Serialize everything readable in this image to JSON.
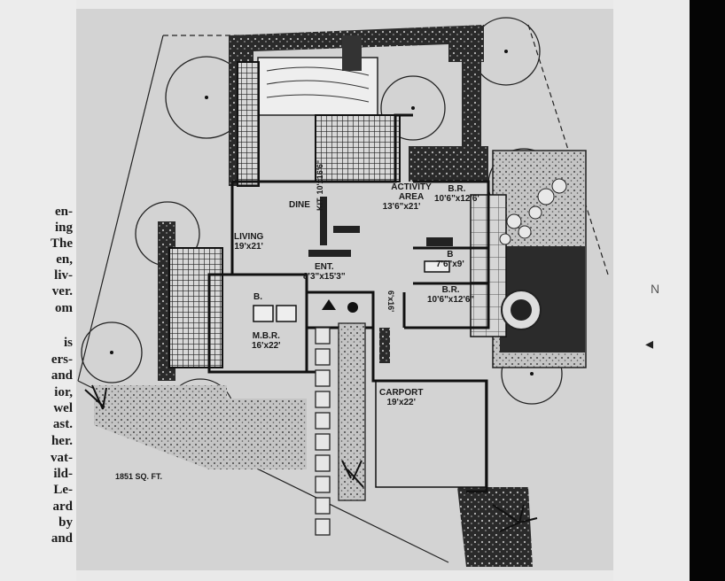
{
  "article_text": [
    "en-",
    "ing",
    "The",
    "en,",
    "liv-",
    "ver.",
    "om",
    "is",
    "ers-",
    "and",
    "ior,",
    "wel",
    "ast.",
    "her.",
    "vat-",
    "ild-",
    "Le-",
    "ard",
    "by",
    "and"
  ],
  "floor_plan": {
    "area_label": "1851 SQ. FT.",
    "rooms": {
      "activity": {
        "name": "ACTIVITY AREA",
        "size": "13'6\"x21'"
      },
      "dine": {
        "name": "DINE"
      },
      "kit": {
        "name": "KIT.",
        "size": "10'x16'6\""
      },
      "living": {
        "name": "LIVING",
        "size": "19'x21'"
      },
      "ent": {
        "name": "ENT.",
        "size": "8'3\"x15'3\""
      },
      "br1": {
        "name": "B.R.",
        "size": "10'6\"x12'6'"
      },
      "bath_mid": {
        "name": "B",
        "size": "7'6\"x9'"
      },
      "br2": {
        "name": "B.R.",
        "size": "10'6\"x12'6\""
      },
      "bath_master": {
        "name": "B."
      },
      "mbr": {
        "name": "M.B.R.",
        "size": "16'x22'"
      },
      "carport": {
        "name": "CARPORT",
        "size": "19'x22'"
      },
      "hall": {
        "size": "6'x16'"
      }
    }
  },
  "margin_marks": {
    "n_mark": "N",
    "arrow_mark": "◂"
  }
}
